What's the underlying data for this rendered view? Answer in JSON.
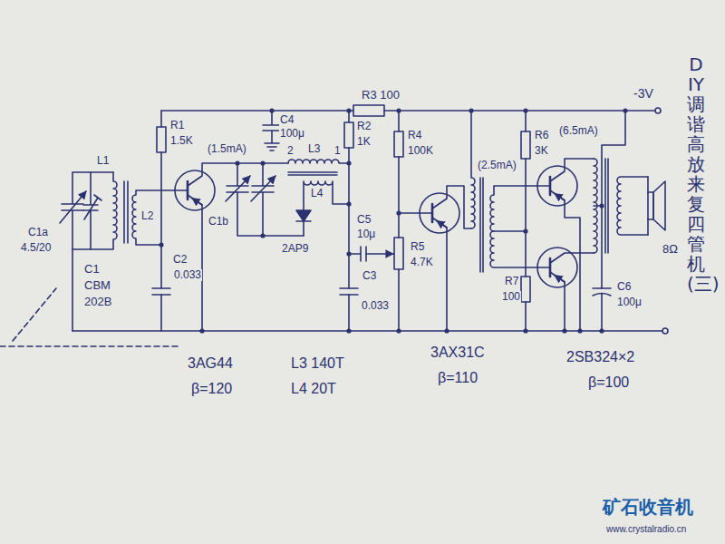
{
  "diagram": {
    "title": "DIY调谐高放来复四管机(三)",
    "labels": [
      "R3 100",
      "-3V",
      "R1",
      "1.5K",
      "C4",
      "100μ",
      "(1.5mA)",
      "2",
      "L3",
      "1",
      "R2",
      "1K",
      "R4",
      "100K",
      "(2.5mA)",
      "R6",
      "3K",
      "(6.5mA)",
      "L1",
      "L2",
      "C1b",
      "L4",
      "2AP9",
      "C5",
      "10μ",
      "R5",
      "4.7K",
      "C3",
      "0.033",
      "C2",
      "0.033",
      "C1a",
      "4.5/20",
      "C1",
      "CBM",
      "202B",
      "R7",
      "100",
      "C6",
      "100μ",
      "8Ω",
      "3AG44",
      "β=120",
      "L3 140T",
      "L4 20T",
      "3AX31C",
      "β=110",
      "2SB324×2",
      "β=100",
      "矿石收音机",
      "www.crystalradio.cn"
    ]
  }
}
